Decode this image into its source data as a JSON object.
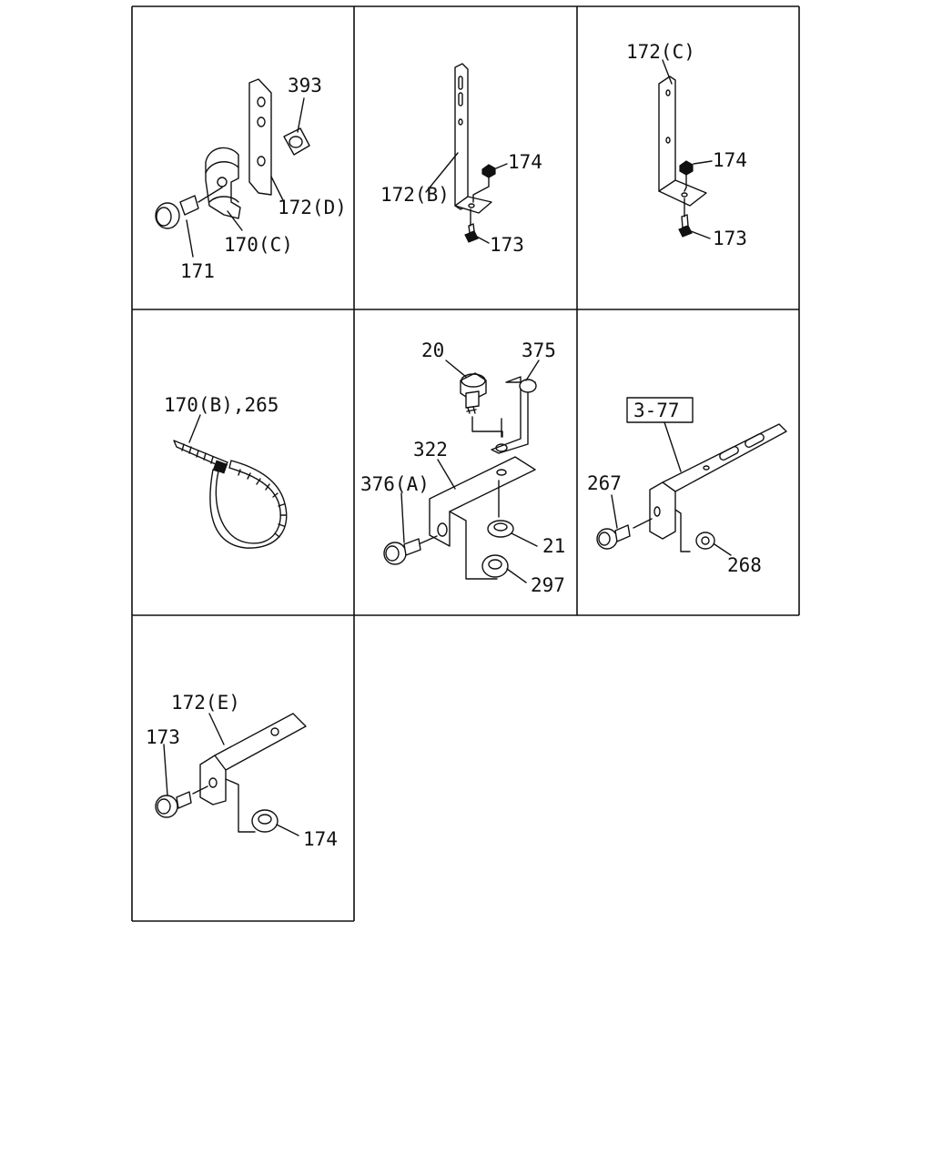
{
  "panels": [
    {
      "id": "p1",
      "labels": {
        "a": "393",
        "b": "172(D)",
        "c": "170(C)",
        "d": "171"
      }
    },
    {
      "id": "p2",
      "labels": {
        "a": "172(B)",
        "b": "174",
        "c": "173"
      }
    },
    {
      "id": "p3",
      "labels": {
        "a": "172(C)",
        "b": "174",
        "c": "173"
      }
    },
    {
      "id": "p4",
      "labels": {
        "a": "170(B),265"
      }
    },
    {
      "id": "p5",
      "labels": {
        "a": "20",
        "b": "375",
        "c": "322",
        "d": "376(A)",
        "e": "21",
        "f": "297"
      }
    },
    {
      "id": "p6",
      "labels": {
        "a": "3-77",
        "b": "267",
        "c": "268"
      }
    },
    {
      "id": "p7",
      "labels": {
        "a": "172(E)",
        "b": "173",
        "c": "174"
      }
    }
  ]
}
